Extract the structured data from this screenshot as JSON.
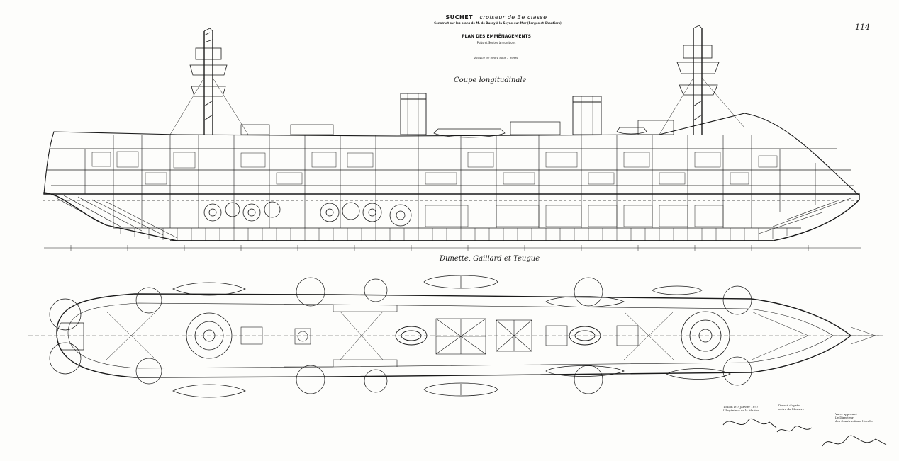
{
  "sheet": {
    "title_ship": "SUCHET",
    "title_class": "croiseur de 3e classe",
    "subtitle": "Construit sur les plans de M. de Bussy à la Seyne-sur-Mer (Forges et Chantiers)",
    "plan_title": "PLAN DES EMMÉNAGEMENTS",
    "plan_subtitle": "Puits et Soutes à munitions",
    "scale": "Échelle de 0m01 pour 1 mètre",
    "page_number": "114"
  },
  "views": {
    "profile_label": "Coupe longitudinale",
    "plan_label": "Dunette, Gaillard et Teugue"
  },
  "notes": {
    "date_line": "Toulon le 7 Janvier 1897",
    "approver_title": "L'Ingénieur de la Marine",
    "second_line_1": "Dressé d'après",
    "second_line_2": "ordre du Ministre",
    "third_line_1": "Vu et approuvé",
    "third_line_2": "Le Directeur",
    "third_line_3": "des Constructions Navales"
  },
  "colors": {
    "ink": "#1a1a1a",
    "paper": "#fdfdfb"
  }
}
